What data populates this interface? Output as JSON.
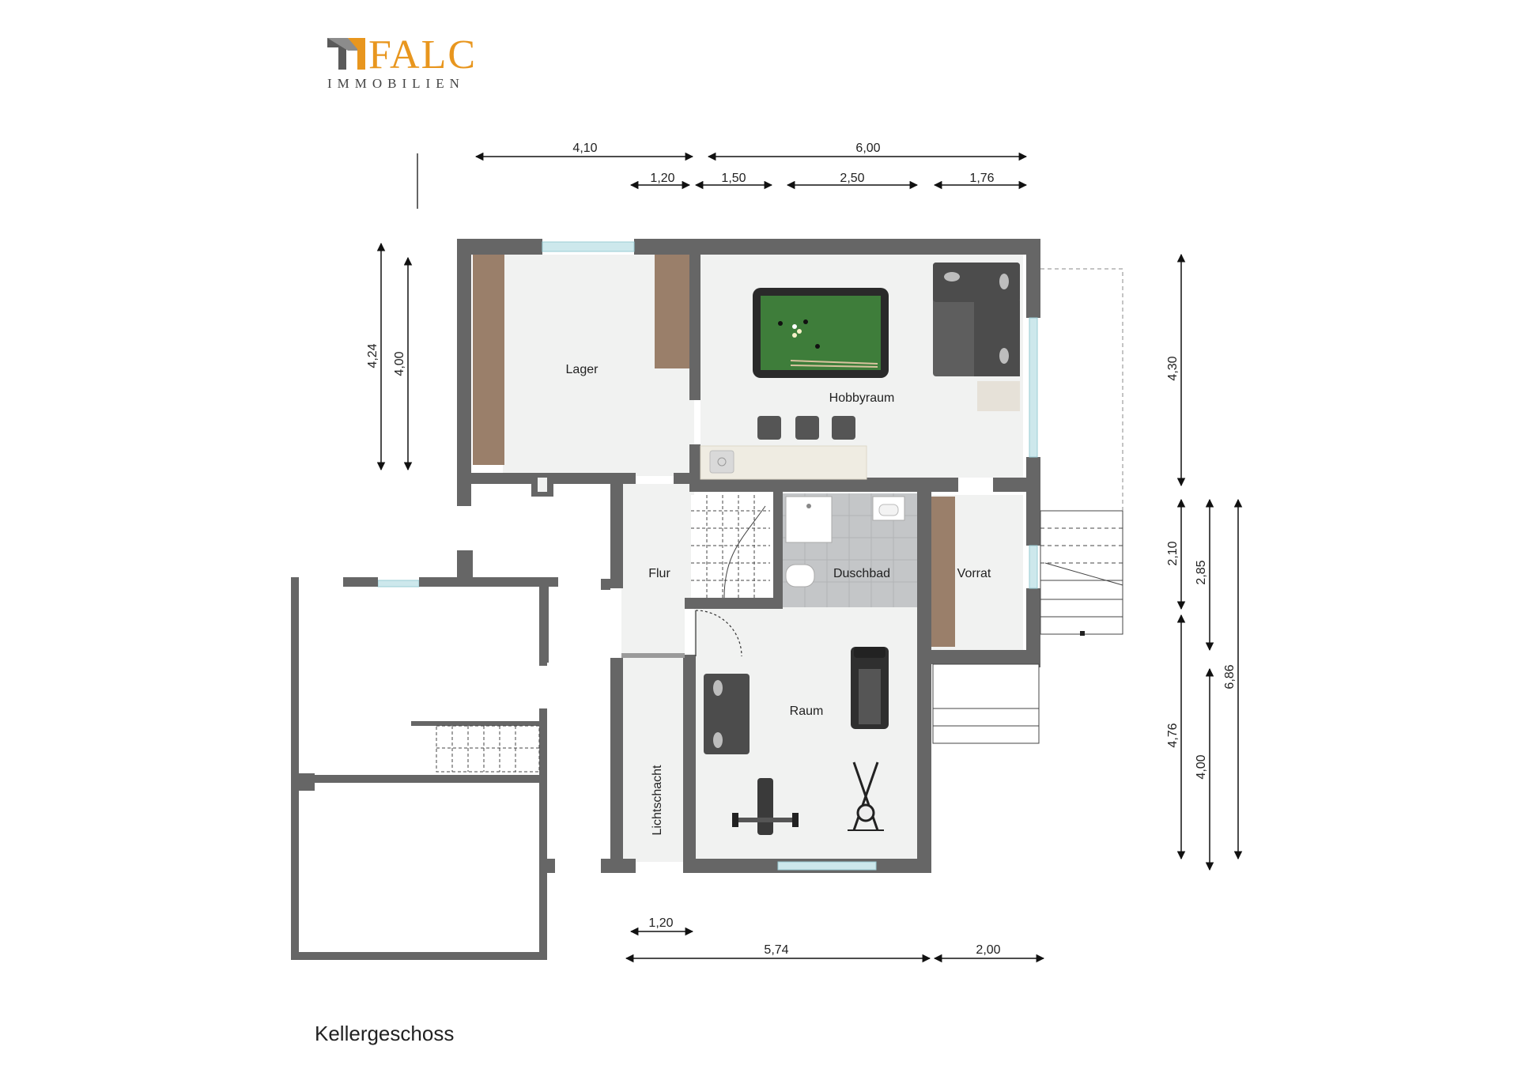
{
  "logo": {
    "name": "FALC",
    "subtitle": "IMMOBILIEN",
    "accent_color": "#E8961E",
    "mark_color": "#5A5A5A"
  },
  "floor_name": "Kellergeschoss",
  "rooms": {
    "lager": "Lager",
    "hobbyraum": "Hobbyraum",
    "flur": "Flur",
    "duschbad": "Duschbad",
    "vorrat": "Vorrat",
    "raum": "Raum",
    "lichtschacht": "Lichtschacht"
  },
  "dimensions": {
    "top_left_total": "4,10",
    "top_right_total": "6,00",
    "top_seg_1": "1,20",
    "top_seg_2": "1,50",
    "top_seg_3": "2,50",
    "top_seg_4": "1,76",
    "left_outer": "4,24",
    "left_inner": "4,00",
    "right_upper": "4,30",
    "right_mid": "2,10",
    "right_lower": "4,76",
    "right_col2_upper": "2,85",
    "right_col2_lower": "4,00",
    "right_total": "6,86",
    "bottom_small": "1,20",
    "bottom_main": "5,74",
    "bottom_right": "2,00"
  },
  "colors": {
    "wall": "#666666",
    "floor": "#F1F2F1",
    "wood": "#9A7F6A",
    "billiard": "#3E7D3A",
    "tile": "#C4C6C8",
    "window": "#CDE8EC"
  }
}
